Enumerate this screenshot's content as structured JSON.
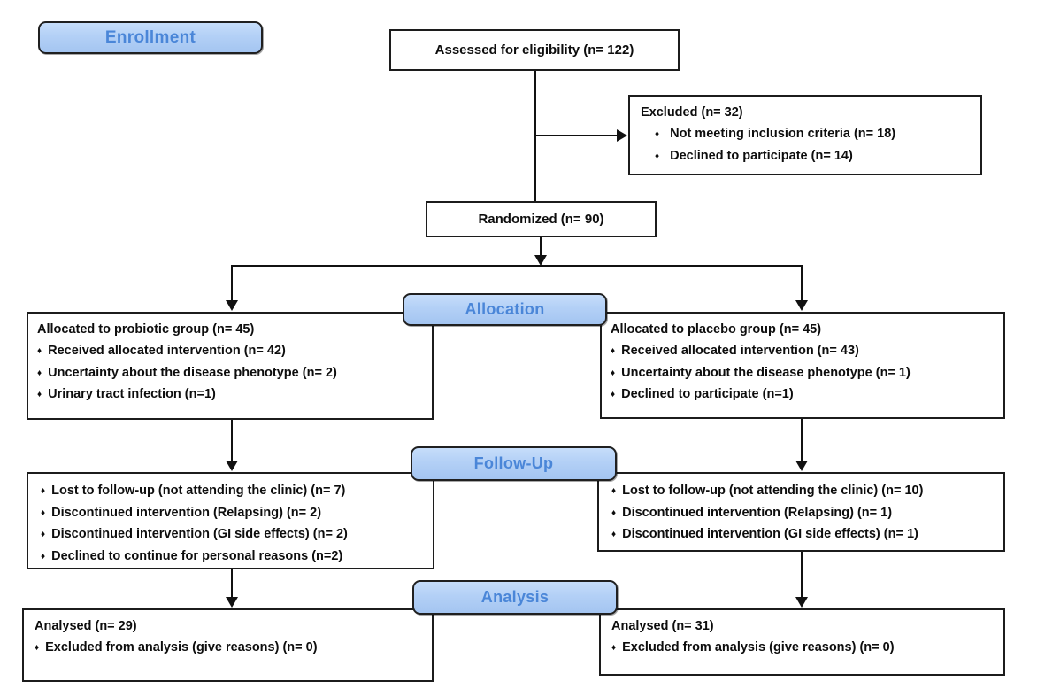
{
  "colors": {
    "background": "#ffffff",
    "box_border": "#1c1c1c",
    "arrow": "#111111",
    "label_fill": "#b3d0f6",
    "label_border": "#202020",
    "label_text": "#4a86d8",
    "text": "#0d0d0d"
  },
  "glyphs": {
    "bullet": "♦"
  },
  "stages": {
    "enrollment": {
      "label": "Enrollment"
    },
    "allocation": {
      "label": "Allocation"
    },
    "followup": {
      "label": "Follow-Up"
    },
    "analysis": {
      "label": "Analysis"
    }
  },
  "nodes": {
    "assessed": {
      "text": "Assessed for eligibility (n= 122)"
    },
    "excluded": {
      "title": "Excluded (n= 32)",
      "bullets": [
        "Not meeting inclusion criteria (n= 18)",
        "Declined to participate (n= 14)"
      ]
    },
    "randomized": {
      "text": "Randomized (n= 90)"
    },
    "allocation_left": {
      "title": "Allocated to probiotic group (n= 45)",
      "bullets": [
        "Received allocated intervention (n= 42)",
        "Uncertainty about the disease phenotype (n= 2)",
        "Urinary tract infection (n=1)"
      ]
    },
    "allocation_right": {
      "title": "Allocated to placebo group (n= 45)",
      "bullets": [
        "Received allocated intervention (n= 43)",
        "Uncertainty about the disease phenotype (n= 1)",
        "Declined to participate (n=1)"
      ]
    },
    "followup_left": {
      "bullets": [
        "Lost to follow-up (not attending the clinic) (n= 7)",
        "Discontinued intervention (Relapsing) (n= 2)",
        "Discontinued intervention (GI side effects) (n= 2)",
        "Declined to continue for personal reasons (n=2)"
      ]
    },
    "followup_right": {
      "bullets": [
        "Lost to follow-up (not attending the clinic) (n= 10)",
        "Discontinued intervention (Relapsing) (n= 1)",
        "Discontinued intervention (GI side effects) (n= 1)"
      ]
    },
    "analysis_left": {
      "title": "Analysed (n= 29)",
      "bullets": [
        "Excluded from analysis (give reasons) (n= 0)"
      ]
    },
    "analysis_right": {
      "title": "Analysed (n= 31)",
      "bullets": [
        "Excluded from analysis (give reasons) (n= 0)"
      ]
    }
  }
}
